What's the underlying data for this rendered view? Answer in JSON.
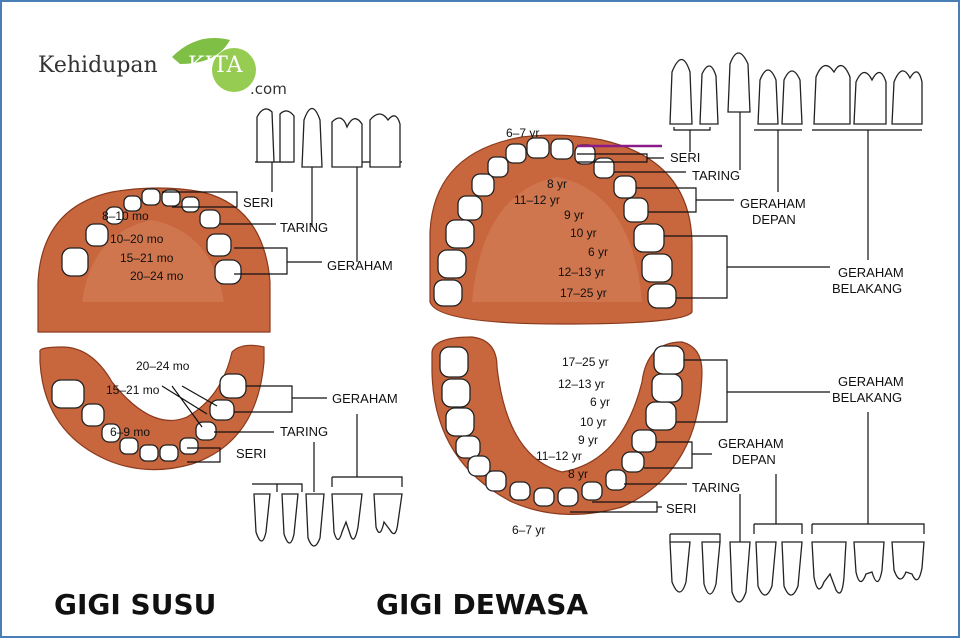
{
  "logo": {
    "brand_main": "Kehidupan",
    "brand_accent": "KITA",
    "brand_suffix": ".com",
    "accent_color": "#6fb23a"
  },
  "primary": {
    "title": "GIGI SUSU",
    "upper": {
      "labels": {
        "seri": "SERI",
        "taring": "TARING",
        "geraham": "GERAHAM"
      },
      "ages": [
        "8–10 mo",
        "10–20 mo",
        "15–21 mo",
        "20–24 mo"
      ]
    },
    "lower": {
      "labels": {
        "geraham": "GERAHAM",
        "taring": "TARING",
        "seri": "SERI"
      },
      "ages": [
        "20–24 mo",
        "15–21 mo",
        "6–9 mo"
      ]
    }
  },
  "permanent": {
    "title": "GIGI DEWASA",
    "upper": {
      "labels": {
        "seri": "SERI",
        "taring": "TARING",
        "geraham_depan_1": "GERAHAM",
        "geraham_depan_2": "DEPAN",
        "geraham_belakang_1": "GERAHAM",
        "geraham_belakang_2": "BELAKANG"
      },
      "ages": [
        "6–7 yr",
        "8 yr",
        "11–12 yr",
        "9 yr",
        "10 yr",
        "6 yr",
        "12–13 yr",
        "17–25 yr"
      ]
    },
    "lower": {
      "labels": {
        "geraham_belakang_1": "GERAHAM",
        "geraham_belakang_2": "BELAKANG",
        "geraham_depan_1": "GERAHAM",
        "geraham_depan_2": "DEPAN",
        "taring": "TARING",
        "seri": "SERI"
      },
      "ages": [
        "17–25 yr",
        "12–13 yr",
        "6 yr",
        "10 yr",
        "9 yr",
        "11–12 yr",
        "8 yr",
        "6–7 yr"
      ]
    }
  },
  "colors": {
    "gum": "#c8663e",
    "gum_dark": "#8a3a1d",
    "purple_marker": "#8b1a8b"
  }
}
